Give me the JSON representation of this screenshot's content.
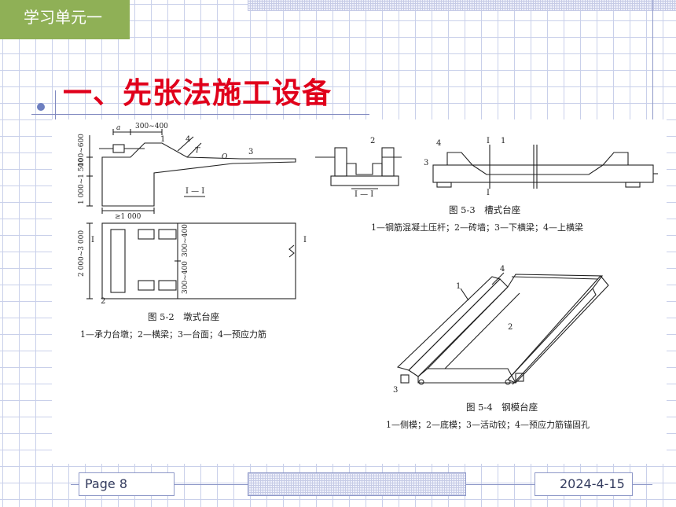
{
  "header": {
    "unit_label": "学习单元一"
  },
  "title": "一、先张法施工设备",
  "figures": {
    "fig52": {
      "caption": "图 5-2　墩式台座",
      "legend": "1—承力台墩；2—横梁；3—台面；4—预应力筋",
      "dims": [
        "300~400",
        "100~600",
        "1 000~1 500",
        "≥1 000",
        "2 000~3 000",
        "300~400",
        "300~400",
        "a",
        "T",
        "O"
      ],
      "section_label": "I — I",
      "callouts": [
        "1",
        "2",
        "3",
        "4",
        "I",
        "I"
      ]
    },
    "fig53": {
      "caption": "图 5-3　槽式台座",
      "legend": "1—钢筋混凝土压杆；2—砖墙；3—下横梁；4—上横梁",
      "section_label": "I — I",
      "callouts": [
        "1",
        "2",
        "3",
        "4",
        "I",
        "I"
      ]
    },
    "fig54": {
      "caption": "图 5-4　钢模台座",
      "legend": "1—侧模；2—底模；3—活动铰；4—预应力筋锚固孔",
      "callouts": [
        "1",
        "2",
        "3",
        "4"
      ]
    }
  },
  "footer": {
    "page": "Page 8",
    "date": "2024-4-15"
  }
}
